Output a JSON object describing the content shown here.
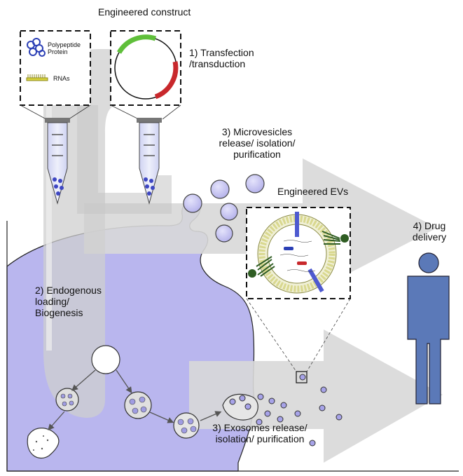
{
  "header": {
    "title": "Engineered construct"
  },
  "legend": {
    "protein": "Polypeptide Protein",
    "rnas": "RNAs"
  },
  "steps": {
    "s1": "1) Transfection /transduction",
    "s2": "2) Endogenous loading/ Biogenesis",
    "s3a": "3) Microvesicles release/ isolation/ purification",
    "s3b": "3) Exosomes release/ isolation/ purification",
    "s4": "4) Drug delivery"
  },
  "labels": {
    "evs": "Engineered EVs"
  },
  "colors": {
    "cell": "#b9b6ee",
    "arrow": "#d9d9d9",
    "plasmid_green": "#5fbf3a",
    "plasmid_red": "#c8282c",
    "person": "#5b79b8",
    "protein": "#2b3fb5",
    "rna": "#d7d23c"
  }
}
